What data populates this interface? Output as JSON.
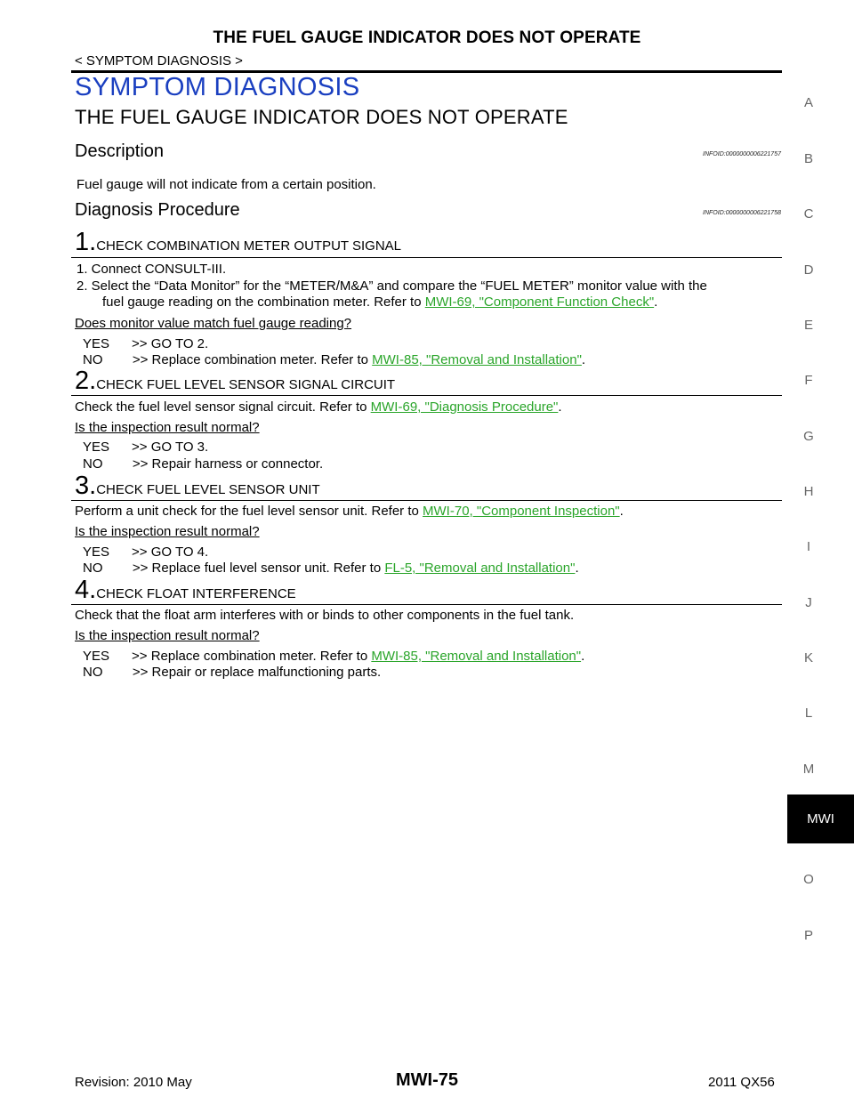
{
  "header": {
    "title": "THE FUEL GAUGE INDICATOR DOES NOT OPERATE",
    "breadcrumb": "< SYMPTOM DIAGNOSIS >"
  },
  "section_title": "SYMPTOM DIAGNOSIS",
  "sub_title": "THE FUEL GAUGE INDICATOR DOES NOT OPERATE",
  "description": {
    "heading": "Description",
    "infoid": "INFOID:0000000006221757",
    "text": "Fuel gauge will not indicate from a certain position."
  },
  "procedure": {
    "heading": "Diagnosis Procedure",
    "infoid": "INFOID:0000000006221758"
  },
  "steps": [
    {
      "num": "1.",
      "title": "CHECK COMBINATION METER OUTPUT SIGNAL",
      "line1": "1.   Connect CONSULT-III.",
      "line2": "2.   Select the “Data Monitor” for the “METER/M&A” and compare the “FUEL METER” monitor value with the",
      "line3_pre": "fuel gauge reading on the combination meter. Refer to ",
      "line3_link": "MWI-69, \"Component Function Check\"",
      "line3_post": ".",
      "question": "Does monitor value match fuel gauge reading?",
      "yes": "YES      >> GO TO 2.",
      "no_pre": "NO        >> Replace combination meter. Refer to ",
      "no_link": "MWI-85, \"Removal and Installation\"",
      "no_post": "."
    },
    {
      "num": "2.",
      "title": "CHECK FUEL LEVEL SENSOR SIGNAL CIRCUIT",
      "text_pre": "Check the fuel level sensor signal circuit. Refer to ",
      "text_link": "MWI-69, \"Diagnosis  Procedure\"",
      "text_post": ".",
      "question": "Is the inspection result normal?",
      "yes": "YES      >> GO TO 3.",
      "no": "NO        >> Repair harness or connector."
    },
    {
      "num": "3.",
      "title": "CHECK FUEL LEVEL SENSOR UNIT",
      "text_pre": "Perform a unit check for the fuel level sensor unit. Refer to ",
      "text_link": "MWI-70, \"Component Inspection\"",
      "text_post": ".",
      "question": "Is the inspection result normal?",
      "yes": "YES      >> GO TO 4.",
      "no_pre": "NO        >> Replace fuel level sensor unit. Refer to ",
      "no_link": "FL-5, \"Removal and Installation\"",
      "no_post": "."
    },
    {
      "num": "4.",
      "title": "CHECK FLOAT INTERFERENCE",
      "text": "Check that the float arm interferes with or binds to other components in the fuel tank.",
      "question": "Is the inspection result normal?",
      "yes_pre": "YES      >> Replace combination meter. Refer to ",
      "yes_link": "MWI-85, \"Removal and Installation\"",
      "yes_post": ".",
      "no": "NO        >> Repair or replace malfunctioning parts."
    }
  ],
  "side_index": [
    "A",
    "B",
    "C",
    "D",
    "E",
    "F",
    "G",
    "H",
    "I",
    "J",
    "K",
    "L",
    "M",
    "MWI",
    "O",
    "P"
  ],
  "footer": {
    "revision": "Revision: 2010 May",
    "page": "MWI-75",
    "model": "2011 QX56"
  },
  "colors": {
    "section_title": "#1a3fc0",
    "link": "#2aa52a",
    "tab_bg": "#000000"
  }
}
